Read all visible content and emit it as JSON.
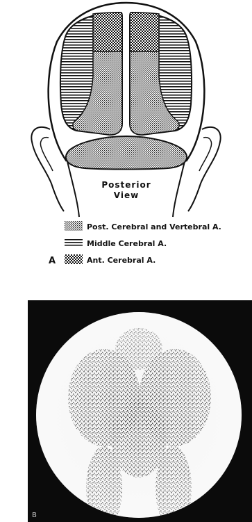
{
  "diagram": {
    "view_label_line1": "Posterior",
    "view_label_line2": "View",
    "legend": [
      {
        "pattern": "dots",
        "label": "Post. Cerebral and Vertebral A."
      },
      {
        "pattern": "lines",
        "label": "Middle Cerebral A."
      },
      {
        "pattern": "checker",
        "label": "Ant. Cerebral A."
      }
    ],
    "panel_letter": "A"
  },
  "scan": {
    "panel_letter": "B"
  }
}
